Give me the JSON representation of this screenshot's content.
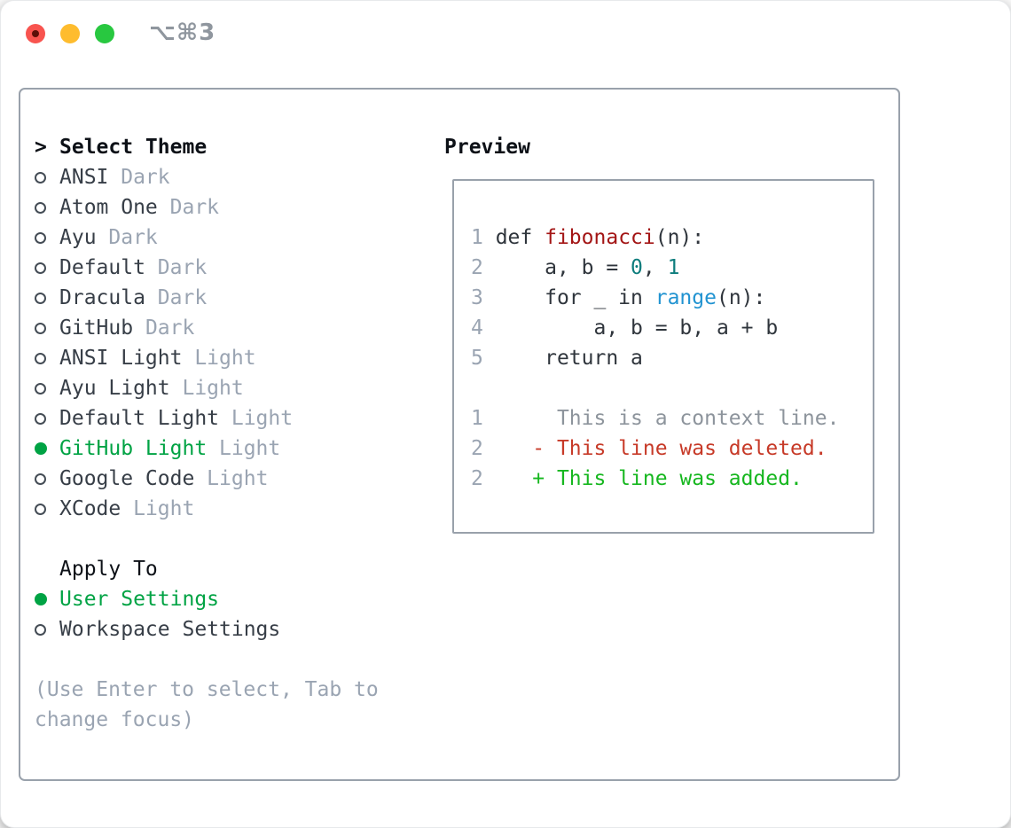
{
  "titlebar": {
    "title": "⌥⌘3",
    "buttons": [
      "close",
      "minimize",
      "zoom"
    ]
  },
  "theme_panel": {
    "header": {
      "prefix": ">",
      "label": "Select Theme"
    },
    "themes": [
      {
        "name": "ANSI",
        "variant": "Dark",
        "selected": false
      },
      {
        "name": "Atom One",
        "variant": "Dark",
        "selected": false
      },
      {
        "name": "Ayu",
        "variant": "Dark",
        "selected": false
      },
      {
        "name": "Default",
        "variant": "Dark",
        "selected": false
      },
      {
        "name": "Dracula",
        "variant": "Dark",
        "selected": false
      },
      {
        "name": "GitHub",
        "variant": "Dark",
        "selected": false
      },
      {
        "name": "ANSI Light",
        "variant": "Light",
        "selected": false
      },
      {
        "name": "Ayu Light",
        "variant": "Light",
        "selected": false
      },
      {
        "name": "Default Light",
        "variant": "Light",
        "selected": false
      },
      {
        "name": "GitHub Light",
        "variant": "Light",
        "selected": true
      },
      {
        "name": "Google Code",
        "variant": "Light",
        "selected": false
      },
      {
        "name": "XCode",
        "variant": "Light",
        "selected": false
      }
    ],
    "apply_to": {
      "label": "Apply To",
      "options": [
        {
          "name": "User Settings",
          "selected": true
        },
        {
          "name": "Workspace Settings",
          "selected": false
        }
      ]
    },
    "help_lines": [
      "(Use Enter to select, Tab to",
      "change focus)"
    ]
  },
  "preview": {
    "label": "Preview",
    "lines": [
      {
        "segments": [
          {
            "t": "1",
            "s": "ln"
          },
          {
            "t": " def ",
            "s": "code"
          },
          {
            "t": "fibonacci",
            "s": "fn"
          },
          {
            "t": "(n):",
            "s": "code"
          }
        ]
      },
      {
        "segments": [
          {
            "t": "2",
            "s": "ln"
          },
          {
            "t": "     a, b = ",
            "s": "code"
          },
          {
            "t": "0",
            "s": "lit"
          },
          {
            "t": ", ",
            "s": "code"
          },
          {
            "t": "1",
            "s": "lit"
          }
        ]
      },
      {
        "segments": [
          {
            "t": "3",
            "s": "ln"
          },
          {
            "t": "     for _ in ",
            "s": "code"
          },
          {
            "t": "range",
            "s": "bi"
          },
          {
            "t": "(n):",
            "s": "code"
          }
        ]
      },
      {
        "segments": [
          {
            "t": "4",
            "s": "ln"
          },
          {
            "t": "         a, b = b, a + b",
            "s": "code"
          }
        ]
      },
      {
        "segments": [
          {
            "t": "5",
            "s": "ln"
          },
          {
            "t": "     return a",
            "s": "code"
          }
        ]
      },
      {
        "segments": []
      },
      {
        "segments": [
          {
            "t": "1",
            "s": "ln"
          },
          {
            "t": "      This is a context line.",
            "s": "ctx"
          }
        ]
      },
      {
        "segments": [
          {
            "t": "2",
            "s": "ln"
          },
          {
            "t": "    - This line was deleted.",
            "s": "del"
          }
        ]
      },
      {
        "segments": [
          {
            "t": "2",
            "s": "ln"
          },
          {
            "t": "    + This line was added.",
            "s": "add"
          }
        ]
      }
    ]
  },
  "colors": {
    "accent_green": "#00a344",
    "muted_gray": "#9aa4b2",
    "dark_text": "#373e47",
    "border_gray": "#99a1ab",
    "diff_deleted": "#c73a28",
    "diff_added": "#16b71f",
    "func_red": "#a31515",
    "literal_teal": "#0e7d7d",
    "builtin_blue": "#2193d1",
    "traffic_red": "#f8544f",
    "traffic_yellow": "#febc2e",
    "traffic_green": "#28c840"
  }
}
